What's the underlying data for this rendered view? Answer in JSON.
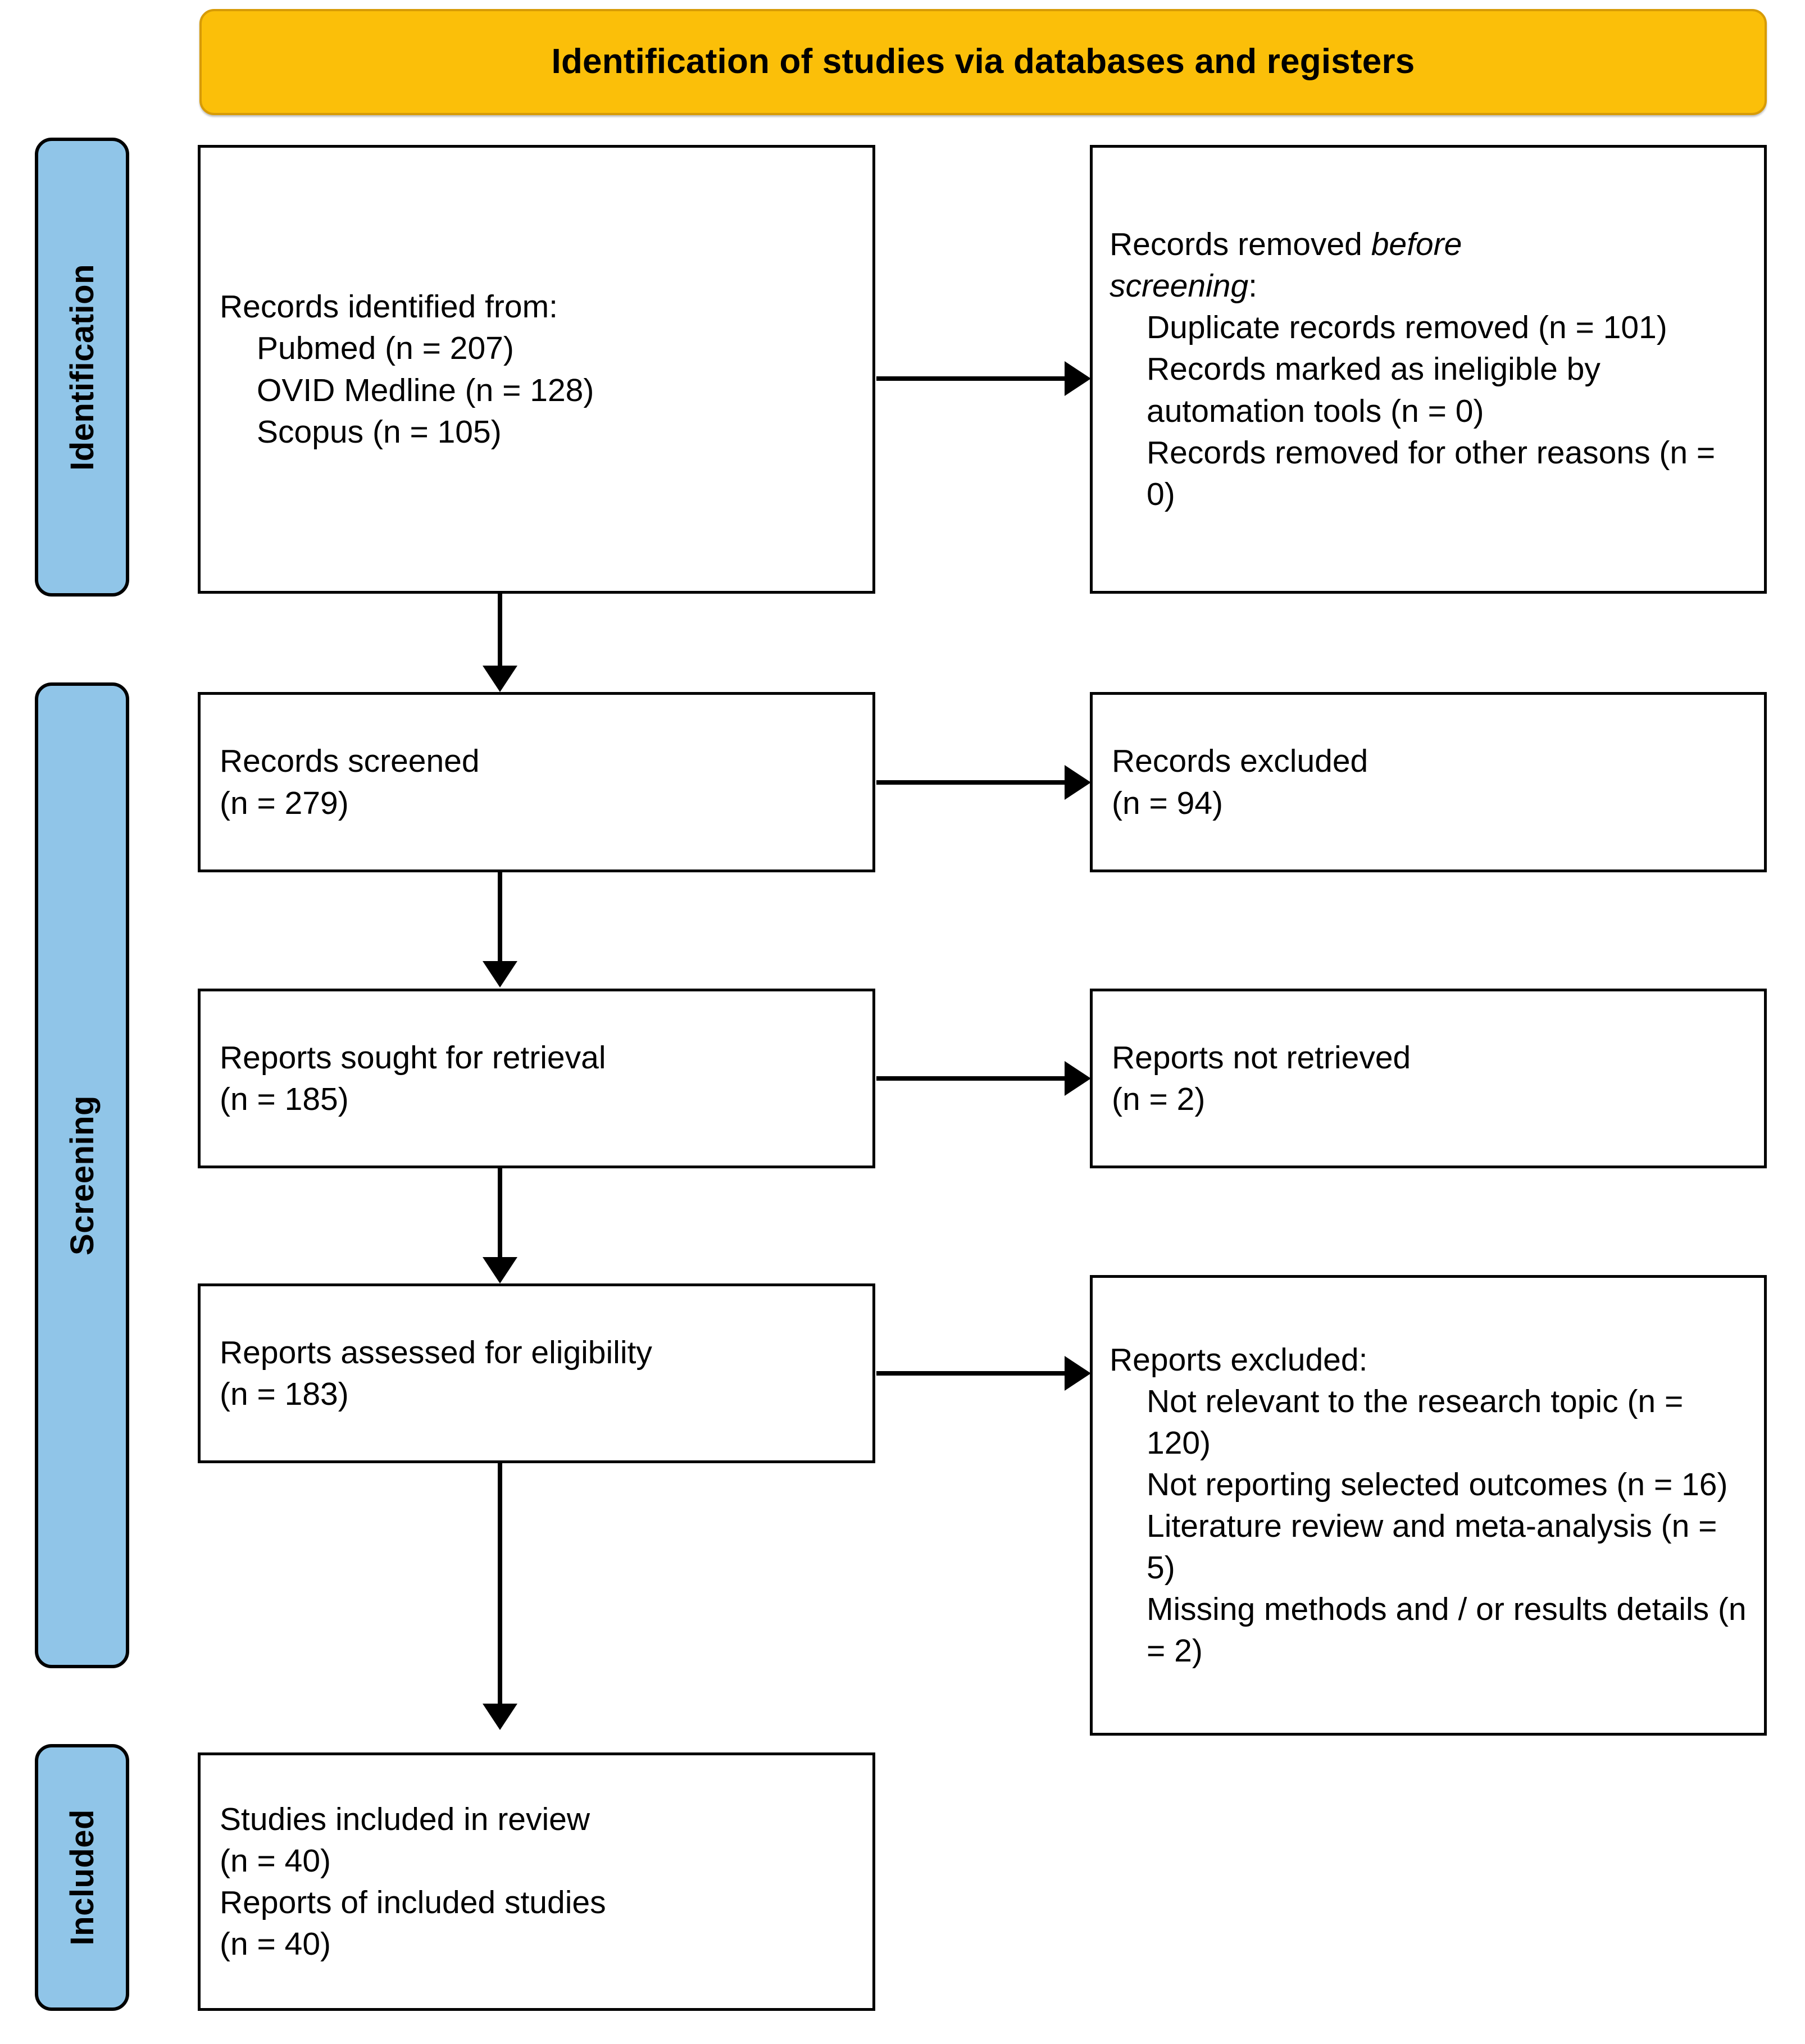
{
  "diagram": {
    "type": "prisma-flow-diagram",
    "header": {
      "title": "Identification of studies via databases and registers",
      "background_color": "#FBBF09",
      "text_color": "#000000"
    },
    "stage_tabs": [
      {
        "id": "identification",
        "label": "Identification",
        "color": "#90C5E8"
      },
      {
        "id": "screening",
        "label": "Screening",
        "color": "#90C5E8"
      },
      {
        "id": "included",
        "label": "Included",
        "color": "#90C5E8"
      }
    ],
    "boxes": {
      "records_identified": {
        "line1": "Records identified from:",
        "line2": "Pubmed (n = 207)",
        "line3": "OVID Medline (n = 128)",
        "line4": "Scopus (n = 105)"
      },
      "records_removed": {
        "line1_prefix": "Records removed ",
        "line1_italic": "before",
        "line2_italic": "screening",
        "line2_suffix": ":",
        "line3": "Duplicate records removed (n = 101)",
        "line4": "Records marked as ineligible by automation tools (n = 0)",
        "line5": "Records removed for other reasons (n = 0)"
      },
      "records_screened": {
        "line1": "Records screened",
        "line2": "(n = 279)"
      },
      "records_excluded": {
        "line1": "Records excluded",
        "line2": "(n = 94)"
      },
      "reports_sought": {
        "line1": "Reports sought for retrieval",
        "line2": "(n = 185)"
      },
      "reports_not_retrieved": {
        "line1": "Reports not retrieved",
        "line2": "(n = 2)"
      },
      "reports_assessed": {
        "line1": "Reports assessed for eligibility",
        "line2": "(n = 183)"
      },
      "reports_excluded": {
        "line1": "Reports excluded:",
        "line2": "Not relevant to the research topic (n = 120)",
        "line3": "Not reporting selected outcomes (n = 16)",
        "line4": "Literature review and meta-analysis (n = 5)",
        "line5": "Missing methods and / or results details (n = 2)"
      },
      "studies_included": {
        "line1": "Studies included in review",
        "line2": "(n = 40)",
        "line3": "Reports of included studies",
        "line4": "(n = 40)"
      }
    },
    "counts": {
      "pubmed": 207,
      "ovid_medline": 128,
      "scopus": 105,
      "duplicates_removed": 101,
      "ineligible_automation": 0,
      "removed_other": 0,
      "records_screened": 279,
      "records_excluded": 94,
      "reports_sought": 185,
      "reports_not_retrieved": 2,
      "reports_assessed": 183,
      "excluded_not_relevant": 120,
      "excluded_not_reporting_outcomes": 16,
      "excluded_review_meta": 5,
      "excluded_missing_details": 2,
      "studies_included": 40,
      "reports_of_included_studies": 40
    }
  }
}
